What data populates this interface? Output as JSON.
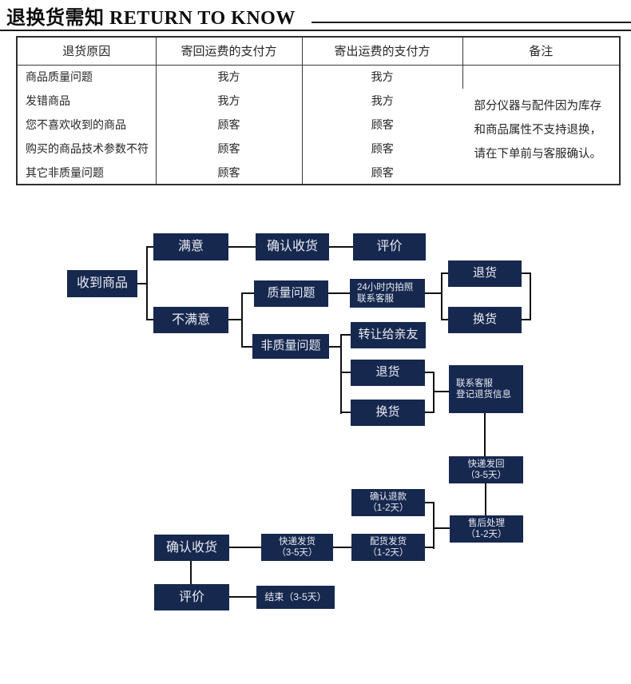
{
  "page": {
    "title_zh": "退换货需知",
    "title_en": "RETURN TO KNOW"
  },
  "table": {
    "headers": [
      "退货原因",
      "寄回运费的支付方",
      "寄出运费的支付方",
      "备注"
    ],
    "rows": [
      {
        "reason": "商品质量问题",
        "return_payer": "我方",
        "outbound_payer": "我方"
      },
      {
        "reason": "发错商品",
        "return_payer": "我方",
        "outbound_payer": "我方"
      },
      {
        "reason": "您不喜欢收到的商品",
        "return_payer": "顾客",
        "outbound_payer": "顾客"
      },
      {
        "reason": "购买的商品技术参数不符",
        "return_payer": "顾客",
        "outbound_payer": "顾客"
      },
      {
        "reason": "其它非质量问题",
        "return_payer": "顾客",
        "outbound_payer": "顾客"
      }
    ],
    "remark": "部分仪器与配件因为库存和商品属性不支持退换，请在下单前与客服确认。"
  },
  "flowchart": {
    "nodes": {
      "received": {
        "label": "收到商品"
      },
      "satisfied": {
        "label": "满意"
      },
      "confirm_receipt_top": {
        "label": "确认收货"
      },
      "review_top": {
        "label": "评价"
      },
      "unsatisfied": {
        "label": "不满意"
      },
      "quality_issue": {
        "label": "质量问题"
      },
      "photo_24h": {
        "line1": "24小时内拍照",
        "line2": "联系客服"
      },
      "return_1": {
        "label": "退货"
      },
      "exchange_1": {
        "label": "换货"
      },
      "non_quality_issue": {
        "label": "非质量问题"
      },
      "transfer_friend": {
        "label": "转让给亲友"
      },
      "return_2": {
        "label": "退货"
      },
      "exchange_2": {
        "label": "换货"
      },
      "contact_cs": {
        "line1": "联系客服",
        "line2": "登记退货信息"
      },
      "courier_return": {
        "line1": "快递发回",
        "line2": "（3-5天）"
      },
      "confirm_refund": {
        "line1": "确认退款",
        "line2": "（1-2天）"
      },
      "after_sales": {
        "line1": "售后处理",
        "line2": "（1-2天）"
      },
      "confirm_receipt_bottom": {
        "label": "确认收货"
      },
      "courier_ship": {
        "line1": "快递发货",
        "line2": "（3-5天）"
      },
      "allocate_ship": {
        "line1": "配货发货",
        "line2": "（1-2天）"
      },
      "review_bottom": {
        "label": "评价"
      },
      "end": {
        "label": "结束（3-5天）"
      }
    }
  },
  "colors": {
    "node_bg": "#17284f",
    "node_text": "#e8ebf2",
    "line": "#111111"
  }
}
